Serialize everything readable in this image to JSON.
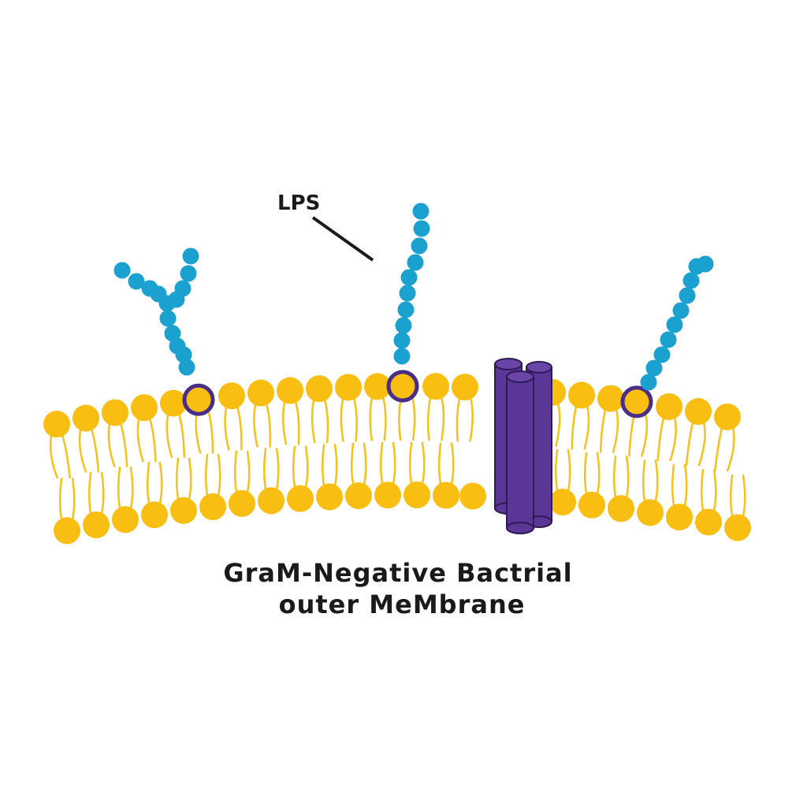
{
  "labels": {
    "lps": "LPS"
  },
  "caption": {
    "line1": "GraM-Negative Bactrial",
    "line2": "outer MeMbrane"
  },
  "colors": {
    "phospholipid_head": "#F9BE12",
    "phospholipid_tail": "#F4C21A",
    "lps_bead": "#1BA1CF",
    "lps_anchor_ring": "#4A2D85",
    "porin": "#5A3696",
    "porin_outline": "#2E1A55",
    "text": "#1a1a1a"
  },
  "icons": {
    "lps_chain": "lps-chain-icon",
    "porin": "porin-protein-icon",
    "phospholipid": "phospholipid-icon"
  }
}
